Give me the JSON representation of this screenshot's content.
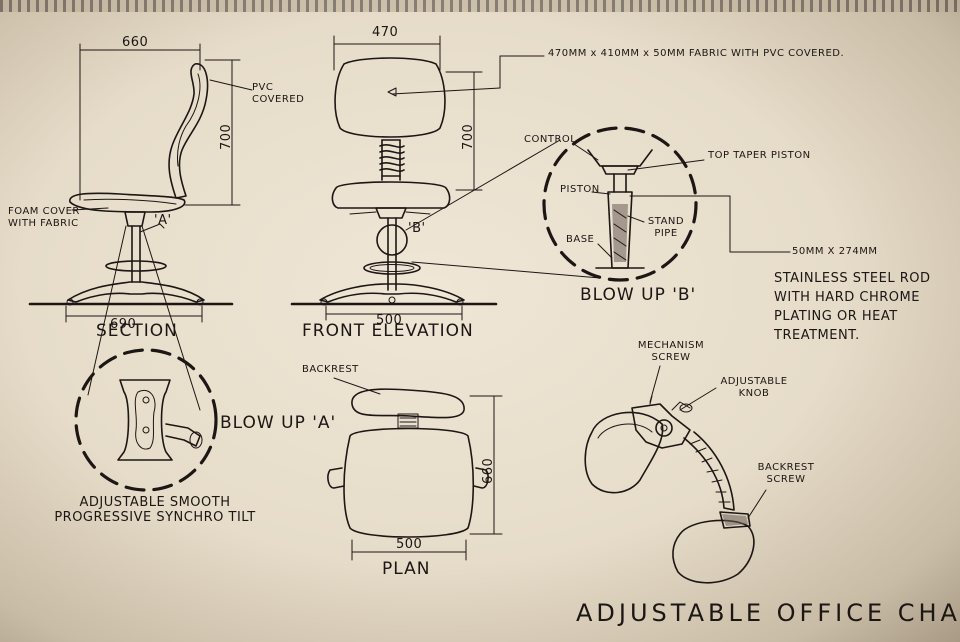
{
  "title": "ADJUSTABLE OFFICE CHAIR",
  "views": {
    "section": "SECTION",
    "front": "FRONT ELEVATION",
    "plan": "PLAN",
    "blowup_a": "BLOW UP 'A'",
    "blowup_b": "BLOW UP 'B'"
  },
  "dimensions": {
    "section_width": "660",
    "section_height": "700",
    "section_base": "690",
    "front_width": "470",
    "front_height": "700",
    "front_base": "500",
    "plan_depth": "660",
    "plan_width": "500"
  },
  "labels": {
    "pvc_covered": "PVC COVERED",
    "foam": "FOAM COVER WITH FABRIC",
    "marker_a": "'A'",
    "marker_b": "'B'",
    "backrest_spec": "470MM x 410MM x 50MM FABRIC WITH PVC COVERED.",
    "control": "CONTROL",
    "top_taper_piston": "TOP TAPER PISTON",
    "piston": "PISTON",
    "stand_pipe": "STAND PIPE",
    "base": "BASE",
    "rod_size": "50MM X 274MM",
    "rod_spec": "STAINLESS STEEL ROD WITH HARD CHROME PLATING OR HEAT TREATMENT.",
    "backrest": "BACKREST",
    "tilt": "ADJUSTABLE SMOOTH PROGRESSIVE SYNCHRO TILT",
    "mechanism_screw": "MECHANISM SCREW",
    "adjustable_knob": "ADJUSTABLE KNOB",
    "backrest_screw": "BACKREST SCREW"
  }
}
